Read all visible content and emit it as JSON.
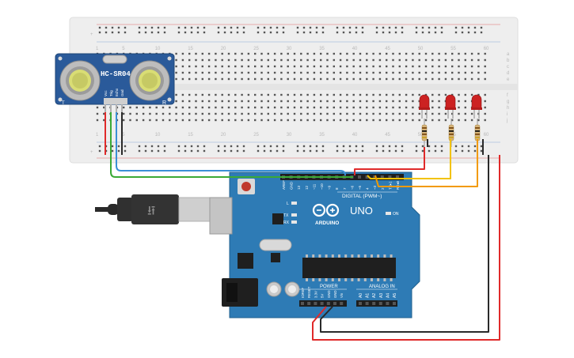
{
  "breadboard": {
    "col_labels_top": [
      "1",
      "5",
      "10",
      "15",
      "20",
      "25",
      "30",
      "35",
      "40",
      "45",
      "50",
      "55",
      "60"
    ],
    "col_labels_bottom": [
      "1",
      "5",
      "10",
      "15",
      "20",
      "25",
      "30",
      "35",
      "40",
      "45",
      "50",
      "55",
      "60"
    ],
    "row_labels_right_top": [
      "a",
      "b",
      "c",
      "d",
      "e"
    ],
    "row_labels_right_bottom": [
      "f",
      "g",
      "h",
      "i",
      "j"
    ],
    "rail_plus": "+",
    "rail_minus": "-",
    "color_body": "#eeeeee",
    "color_rail_red": "#e06666",
    "color_rail_blue": "#8aa9d6"
  },
  "sensor": {
    "model": "HC-SR04",
    "pin_vcc": "Vcc",
    "pin_trig": "Trig",
    "pin_echo": "Echo",
    "pin_gnd": "Gnd",
    "left_letter": "T",
    "right_letter": "R",
    "color_board": "#2a5a9a"
  },
  "arduino": {
    "model": "UNO",
    "brand": "ARDUINO",
    "digital_label": "DIGITAL (PWM~)",
    "power_label": "POWER",
    "analog_label": "ANALOG IN",
    "on_label": "ON",
    "led_l": "L",
    "led_tx": "TX",
    "led_rx": "RX",
    "digital_pins": [
      "AREF",
      "GND",
      "13",
      "12",
      "~11",
      "~10",
      "~9",
      "8",
      "7",
      "~6",
      "~5",
      "4",
      "~3",
      "2",
      "TX▸1",
      "RX◂0"
    ],
    "power_pins": [
      "IOREF",
      "RESET",
      "3.3V",
      "5V",
      "GND",
      "GND",
      "Vin"
    ],
    "analog_pins": [
      "A0",
      "A1",
      "A2",
      "A3",
      "A4",
      "A5"
    ],
    "color_board": "#2e7bb5"
  },
  "leds": [
    {
      "color": "#cc2222"
    },
    {
      "color": "#cc2222"
    },
    {
      "color": "#cc2222"
    }
  ],
  "wires": {
    "red": "#e02a2a",
    "green": "#3aaa35",
    "blue": "#3a8fd6",
    "black": "#2a2a2a",
    "yellow": "#f2c200",
    "orange": "#f29a00"
  }
}
